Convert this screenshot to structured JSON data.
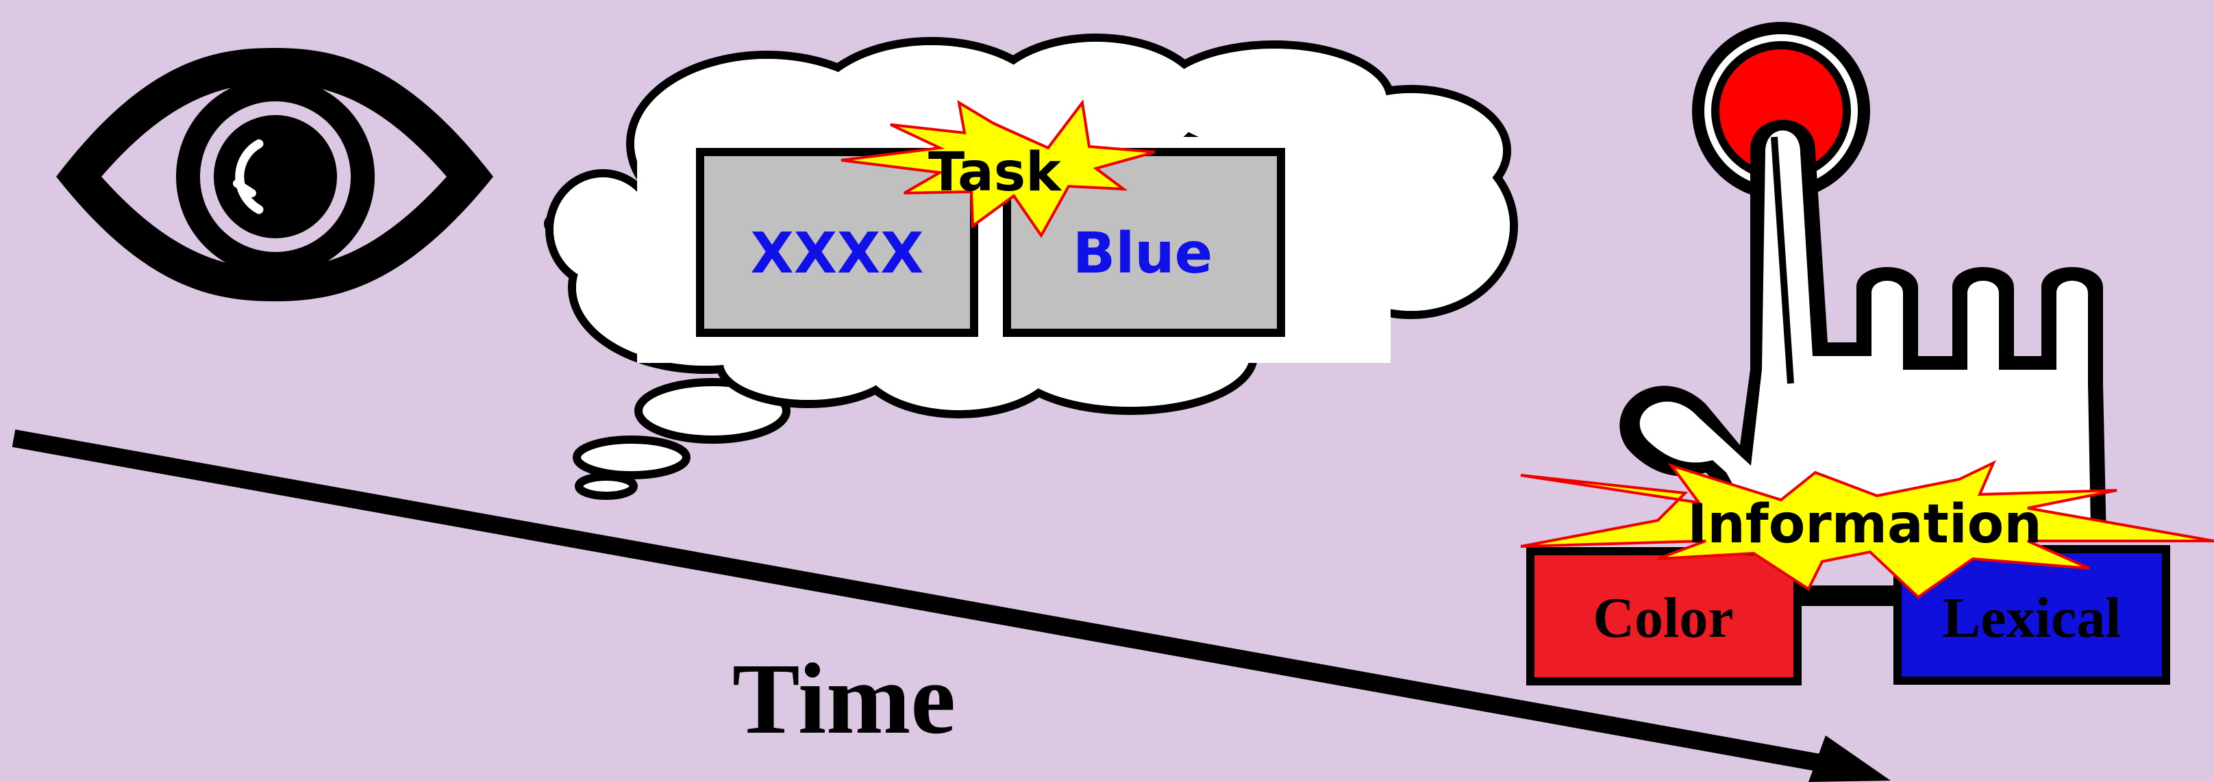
{
  "background_color": "#dcc8e2",
  "time_label": "Time",
  "thought": {
    "burst_label": "Task",
    "left_word": "XXXX",
    "right_word": "Blue",
    "word_color": "#1010e8",
    "panel_color": "#c0c0c0"
  },
  "response": {
    "burst_label": "Information",
    "left_key_label": "Color",
    "left_key_color": "#ee1c24",
    "right_key_label": "Lexical",
    "right_key_color": "#1010dd",
    "button_color": "#ff0000"
  },
  "icons": [
    "eye-icon",
    "thought-cloud-icon",
    "pointing-hand-icon",
    "time-arrow-icon"
  ]
}
